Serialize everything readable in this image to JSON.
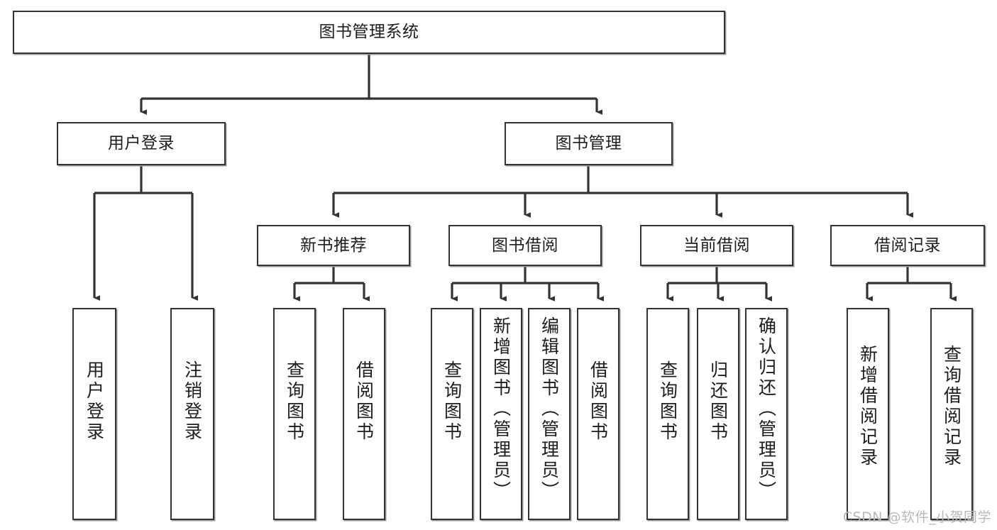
{
  "diagram": {
    "title": "图书管理系统",
    "type": "tree-hierarchy",
    "watermark": "CSDN @软件_小贺同学",
    "edge_color": "#333333",
    "box_fill": "#ffffff",
    "box_border": "#333333",
    "levels": [
      {
        "level": 1,
        "nodes": [
          {
            "id": "root",
            "label": "图书管理系统",
            "orientation": "horizontal"
          }
        ]
      },
      {
        "level": 2,
        "nodes": [
          {
            "id": "user-login",
            "label": "用户登录",
            "orientation": "horizontal"
          },
          {
            "id": "book-manage",
            "label": "图书管理",
            "orientation": "horizontal"
          }
        ]
      },
      {
        "level": 3,
        "nodes": [
          {
            "id": "new-book-rec",
            "label": "新书推荐",
            "orientation": "horizontal"
          },
          {
            "id": "book-borrow",
            "label": "图书借阅",
            "orientation": "horizontal"
          },
          {
            "id": "current-borrow",
            "label": "当前借阅",
            "orientation": "horizontal"
          },
          {
            "id": "borrow-record",
            "label": "借阅记录",
            "orientation": "horizontal"
          }
        ]
      },
      {
        "level": 4,
        "nodes": [
          {
            "id": "leaf-user-login",
            "label": "用户登录",
            "orientation": "vertical",
            "parent": "user-login"
          },
          {
            "id": "leaf-user-logout",
            "label": "注销登录",
            "orientation": "vertical",
            "parent": "user-login"
          },
          {
            "id": "leaf-rec-query",
            "label": "查询图书",
            "orientation": "vertical",
            "parent": "new-book-rec"
          },
          {
            "id": "leaf-rec-borrow",
            "label": "借阅图书",
            "orientation": "vertical",
            "parent": "new-book-rec"
          },
          {
            "id": "leaf-borrow-query",
            "label": "查询图书",
            "orientation": "vertical",
            "parent": "book-borrow"
          },
          {
            "id": "leaf-borrow-add",
            "label": "新增图书（管理员）",
            "orientation": "vertical",
            "parent": "book-borrow"
          },
          {
            "id": "leaf-borrow-edit",
            "label": "编辑图书（管理员）",
            "orientation": "vertical",
            "parent": "book-borrow"
          },
          {
            "id": "leaf-borrow-lend",
            "label": "借阅图书",
            "orientation": "vertical",
            "parent": "book-borrow"
          },
          {
            "id": "leaf-cur-query",
            "label": "查询图书",
            "orientation": "vertical",
            "parent": "current-borrow"
          },
          {
            "id": "leaf-cur-return",
            "label": "归还图书",
            "orientation": "vertical",
            "parent": "current-borrow"
          },
          {
            "id": "leaf-cur-confirm",
            "label": "确认归还（管理员）",
            "orientation": "vertical",
            "parent": "current-borrow"
          },
          {
            "id": "leaf-rec-add",
            "label": "新增借阅记录",
            "orientation": "vertical",
            "parent": "borrow-record"
          },
          {
            "id": "leaf-rec-query2",
            "label": "查询借阅记录",
            "orientation": "vertical",
            "parent": "borrow-record"
          }
        ]
      }
    ]
  }
}
